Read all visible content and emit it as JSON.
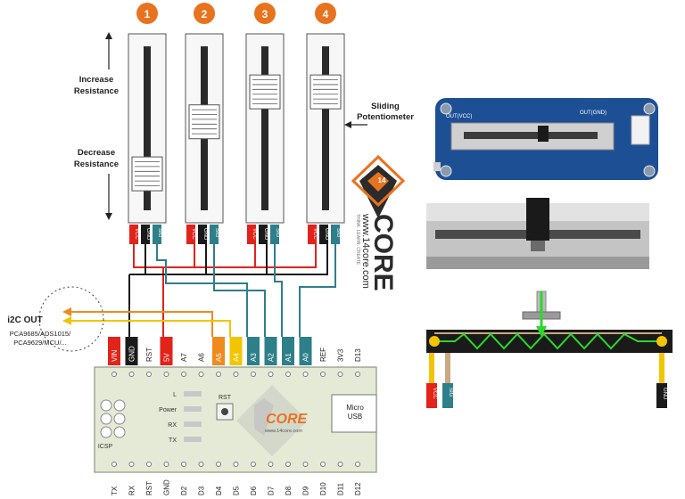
{
  "sliders": [
    {
      "number": "1",
      "knob_level": 0.15,
      "pins": [
        "VCC",
        "GND",
        "SIG"
      ]
    },
    {
      "number": "2",
      "knob_level": 0.55,
      "pins": [
        "VCC",
        "GND",
        "SIG"
      ]
    },
    {
      "number": "3",
      "knob_level": 0.78,
      "pins": [
        "VCC",
        "GND",
        "SIG"
      ]
    },
    {
      "number": "4",
      "knob_level": 0.78,
      "pins": [
        "VCC",
        "GND",
        "SIG"
      ]
    }
  ],
  "labels": {
    "increase": [
      "Increase",
      "Resistance"
    ],
    "decrease": [
      "Decrease",
      "Resistance"
    ],
    "sliding": [
      "Sliding",
      "Potentiometer"
    ],
    "i2c_out": "i2C OUT",
    "i2c_devices": [
      "PCA9685/ADS1015/",
      "PCA9629/MCU/..."
    ]
  },
  "board": {
    "top_pins": [
      "VIN",
      "GND",
      "RST",
      "5V",
      "A7",
      "A6",
      "A5",
      "A4",
      "A3",
      "A2",
      "A1",
      "A0",
      "REF",
      "3V3",
      "D13"
    ],
    "bottom_pins": [
      "TX",
      "RX",
      "RST",
      "GND",
      "D2",
      "D3",
      "D4",
      "D5",
      "D6",
      "D7",
      "D8",
      "D9",
      "D10",
      "D11",
      "D12"
    ],
    "leds": [
      "L",
      "Power",
      "RX",
      "TX"
    ],
    "rst_label": "RST",
    "icsp_label": "ICSP",
    "usb_label": [
      "Micro",
      "USB"
    ],
    "logo_text": "CORE",
    "logo_url": "www.14core.com"
  },
  "logo": {
    "text": "CORE",
    "url": "www.14core.com",
    "tagline": "THINK. LEARN. CREATE"
  },
  "module": {
    "labels_top": [
      "OUT(VCC)",
      "OUT(GND)"
    ],
    "schematic_pins": [
      "VCC",
      "SIG",
      "GND"
    ]
  },
  "colors": {
    "badge": "#e8731f",
    "red": "#e2231a",
    "black": "#1a1a1a",
    "teal": "#2e7f8a",
    "orange": "#f08a1d",
    "yellow": "#f3c400",
    "board": "#e4ead6",
    "track_green": "#2bd82b"
  }
}
